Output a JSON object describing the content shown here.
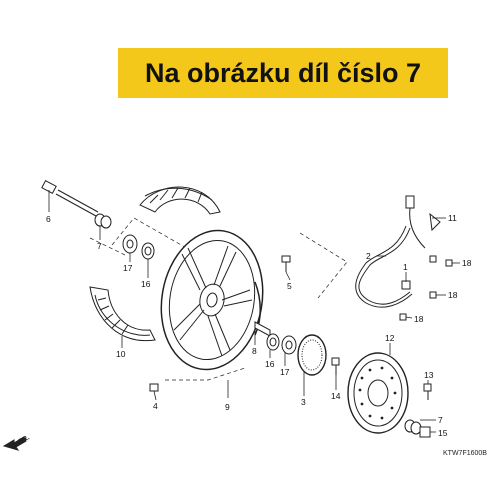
{
  "banner": {
    "text": "Na obrázku díl číslo 7",
    "color": "#f3c81a"
  },
  "labels": {
    "p1": "1",
    "p2": "2",
    "p3": "3",
    "p4": "4",
    "p5": "5",
    "p6": "6",
    "p7a": "7",
    "p7b": "7",
    "p8": "8",
    "p9": "9",
    "p10": "10",
    "p11": "11",
    "p12": "12",
    "p13": "13",
    "p14": "14",
    "p15": "15",
    "p16a": "16",
    "p16b": "16",
    "p17a": "17",
    "p17b": "17",
    "p18a": "18",
    "p18b": "18",
    "p18c": "18"
  },
  "direction": "FR.",
  "diagram_code": "KTW7F1600B"
}
